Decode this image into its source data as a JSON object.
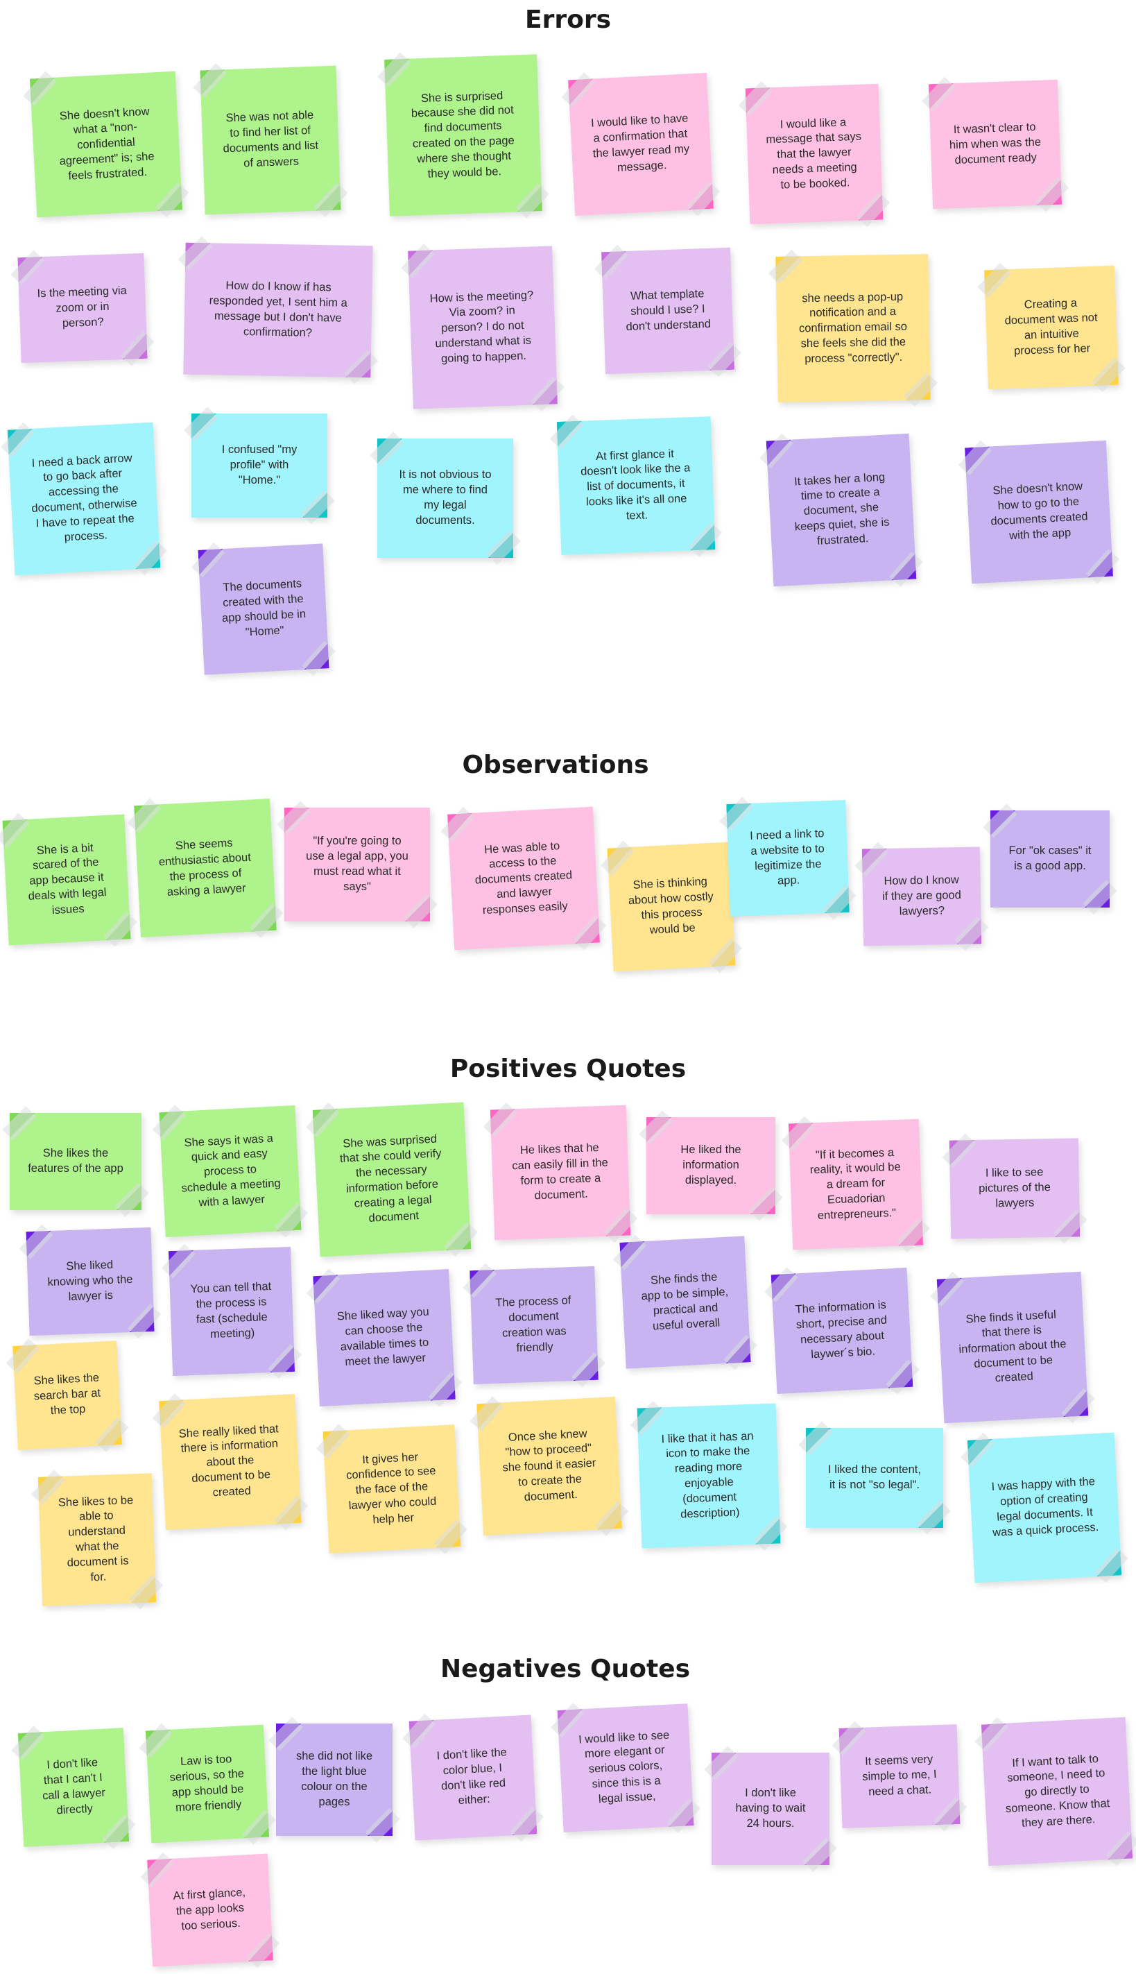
{
  "sections": {
    "errors": "Errors",
    "observations": "Observations",
    "positives": "Positives Quotes",
    "negatives": "Negatives Quotes"
  },
  "colors": {
    "green": "#aef38c",
    "pink": "#ffc1e3",
    "lilac": "#e3bff2",
    "yellow": "#ffe58f",
    "cyan": "#a0f4fb",
    "violet": "#c7b4f0"
  },
  "notes": {
    "errors": [
      "She doesn't know what a \"non-confidential agreement\" is; she feels frustrated.",
      "She was not able to find her list of documents and list of answers",
      "She is surprised because she did not find documents created on the page where she thought they would be.",
      "I would like to have a confirmation that the lawyer read my message.",
      "I would like a message that says that the lawyer  needs a meeting to be booked.",
      "It wasn't clear to him when was the document ready",
      "Is the meeting via zoom or in person?",
      "How do I know if has responded yet, I sent him a message but I don't have confirmation?",
      "How is the meeting? Via zoom? in person? I do not understand what is going to happen.",
      "What template should I use? I don't understand",
      "she needs a pop-up notification and a confirmation email so she feels she did the process \"correctly\".",
      "Creating a document was not an intuitive process for her",
      "I need a back arrow to go back after accessing the document, otherwise I have to repeat the process.",
      "I confused \"my profile\" with \"Home.\"",
      "It is not obvious to me where to find my legal documents.",
      "At first glance it doesn't look like the a list of  documents, it looks like it's all one text.",
      "It takes her a long time to create a document, she keeps quiet, she is frustrated.",
      "She doesn't know how to go to the documents created with the app",
      "The documents created with the app should be in \"Home\""
    ],
    "observations": [
      "She is a bit scared of the app because it deals with legal issues",
      "She seems enthusiastic about the process of asking a lawyer",
      "\"If you're going to use a legal app, you must read what it says\"",
      "He was able to access to the documents created and lawyer responses easily",
      "She is thinking about how costly this process would be",
      "I need a link to a website to to legitimize the app.",
      "How do I know if they are good lawyers?",
      "For \"ok cases\" it is a good app."
    ],
    "positives": [
      "She likes the features of the app",
      "She says it was a quick and easy process to schedule a meeting with a lawyer",
      "She was surprised that she could verify the necessary information before creating a legal document",
      "He likes that he can easily fill in the form to create a document.",
      "He liked the information displayed.",
      "\"If it becomes a reality, it would be a dream for Ecuadorian entrepreneurs.\"",
      "I like to see pictures of the lawyers",
      "She liked knowing who the lawyer is",
      "You can tell that the process is fast (schedule meeting)",
      "She liked way you can choose the available times to meet the lawyer",
      "The process of document creation was friendly",
      "She finds the app to be simple, practical and useful overall",
      "The information is short, precise and necessary about laywer´s bio.",
      "She finds it useful that there is information about the document to be created",
      "She likes the search bar at the top",
      "She really liked that there is information about the document to be created",
      "It gives her confidence to see the face of the lawyer who could help her",
      "Once she knew \"how to proceed\" she found it easier to create the document.",
      "I like that it has an icon to make the reading more enjoyable (document description)",
      "I liked the content, it is not \"so legal\".",
      "I was happy with the option of creating legal documents. It was a quick process.",
      "She likes to be able to understand what the document is for."
    ],
    "negatives": [
      "I don't like that I can't I call a lawyer directly",
      "Law is too serious, so the app should be more friendly",
      "she did not like the light blue colour on the pages",
      "I don't like the color blue, I don't like red either:",
      "I would like to see more elegant or serious colors, since this is a legal issue,",
      "I don't like having to wait 24 hours.",
      "It seems very simple to me, I need a chat.",
      "If I want to talk to someone, I need to go directly to someone. Know that they are there.",
      "At first glance, the app looks too serious."
    ]
  }
}
